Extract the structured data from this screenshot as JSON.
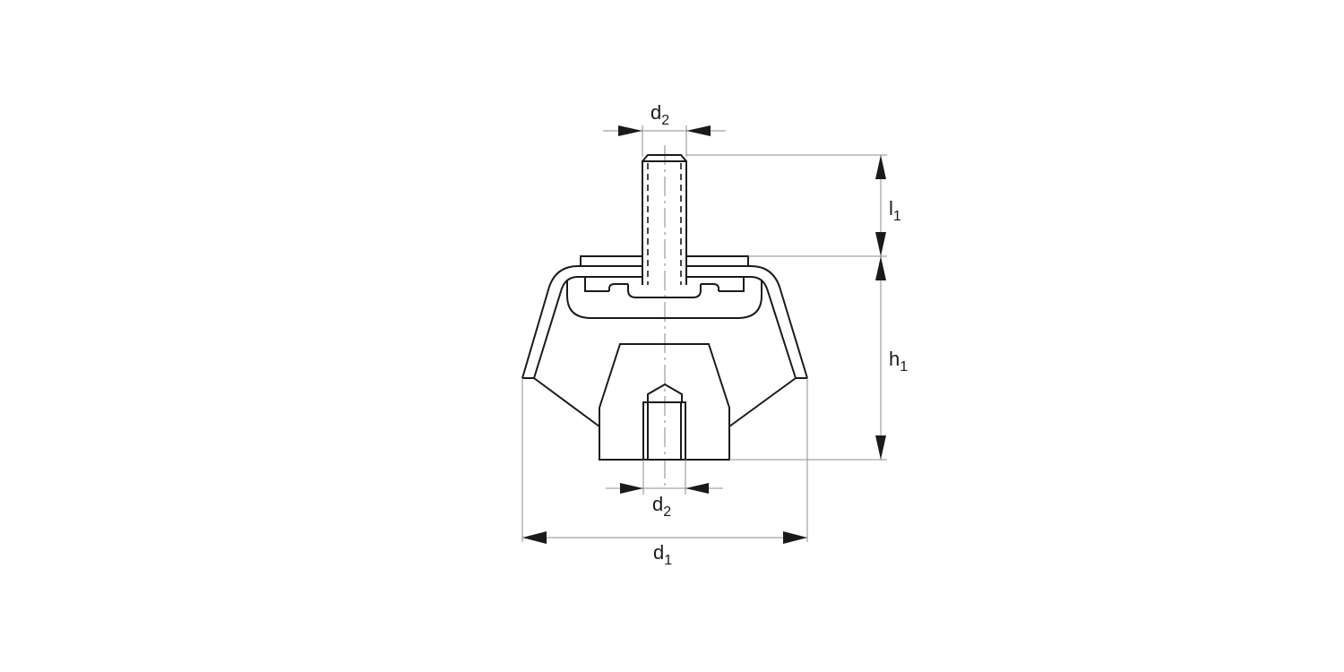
{
  "drawing": {
    "title": "Vibration damper / rubber mount technical drawing",
    "colors": {
      "outline": "#1a1a1a",
      "dimension": "#8c8c8c",
      "centerline": "#9a9a9a",
      "background": "#ffffff"
    },
    "dimensions": {
      "d2_top": {
        "symbol": "d",
        "subscript": "2",
        "meaning": "thread diameter of top stud"
      },
      "l1": {
        "symbol": "l",
        "subscript": "1",
        "meaning": "stud length"
      },
      "h1": {
        "symbol": "h",
        "subscript": "1",
        "meaning": "height of mount"
      },
      "d2_bottom": {
        "symbol": "d",
        "subscript": "2",
        "meaning": "thread diameter of bottom bore"
      },
      "d1": {
        "symbol": "d",
        "subscript": "1",
        "meaning": "outer diameter of mount"
      }
    },
    "components": [
      "threaded-stud",
      "top-washer-plate",
      "metal-bracket",
      "rubber-cup",
      "rubber-base",
      "threaded-bore"
    ]
  }
}
